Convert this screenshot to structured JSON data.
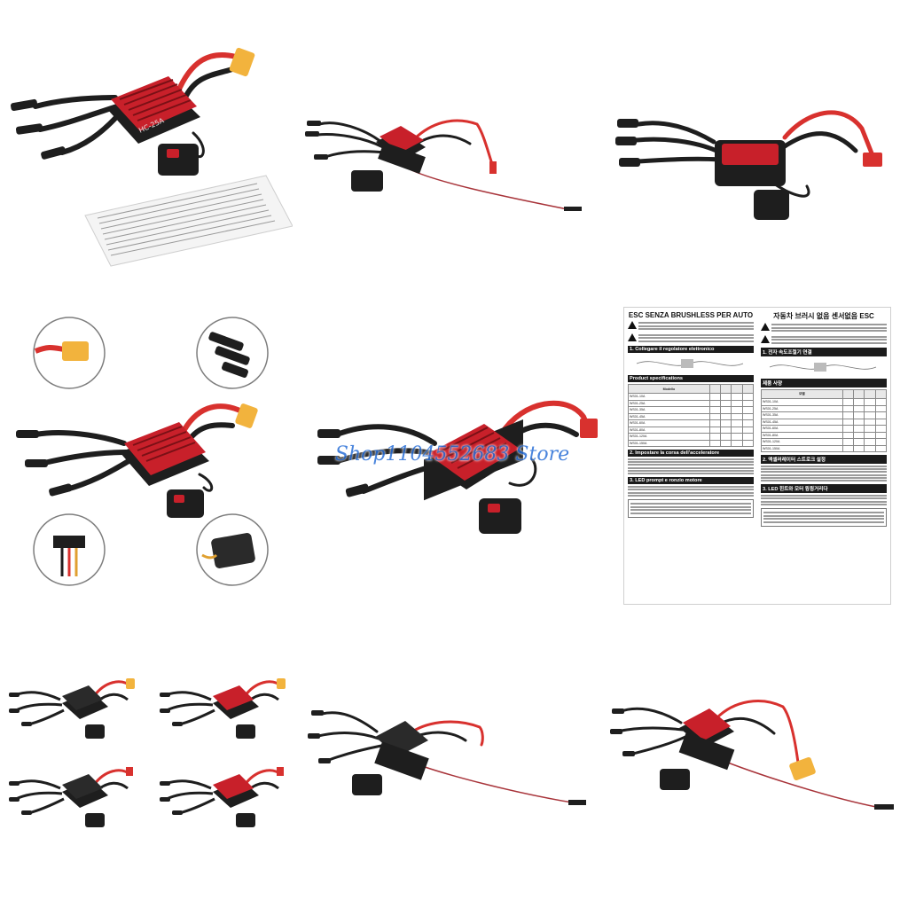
{
  "watermark": "Shop1104552683 Store",
  "labels": {
    "case_text": "HC-25A"
  },
  "manual": {
    "left": {
      "title": "ESC SENZA BRUSHLESS PER AUTO",
      "sections": [
        "1. Collegare il regolatore elettronico",
        "Product specifications",
        "2. Impostare la corsa dell'acceleratore",
        "3. LED prompt e ronzio motore"
      ],
      "columns": [
        "Modello",
        "",
        "",
        "",
        ""
      ],
      "models": [
        "WS01-10A",
        "WS01-25A",
        "WS01-35A",
        "WS01-45A",
        "WS01-60A",
        "WS01-80A",
        "WS01-120A",
        "WS01-150A"
      ]
    },
    "right": {
      "title": "자동차 브러시 없음 센서없음 ESC",
      "sections": [
        "1. 전자 속도조절기 연결",
        "제품 사양",
        "2. 액셀러레이터 스트로크 설정",
        "3. LED 힌트와 모터 윙윙거리다"
      ],
      "columns": [
        "모델",
        "",
        "",
        "",
        ""
      ],
      "models": [
        "WS01-10A",
        "WS01-25A",
        "WS01-35A",
        "WS01-45A",
        "WS01-60A",
        "WS01-80A",
        "WS01-120A",
        "WS01-150A"
      ]
    }
  },
  "colors": {
    "case_red": "#c8202a",
    "case_black": "#1e1e1e",
    "wire_red": "#d8312e",
    "wire_black": "#202020",
    "connector_yellow": "#f2b33d"
  }
}
